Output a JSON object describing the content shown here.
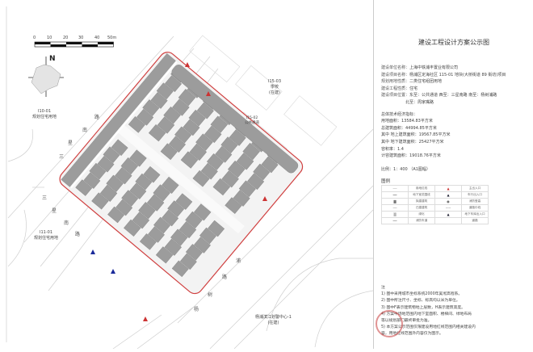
{
  "scale_bar": {
    "ticks": [
      "0",
      "10",
      "20",
      "30",
      "40",
      "50m"
    ]
  },
  "compass": {
    "label": "N"
  },
  "plots": {
    "p110": {
      "code": "I10-01",
      "use": "规划住宅用地"
    },
    "p111": {
      "code": "I11-01",
      "use": "规划住宅用地"
    },
    "p115_03": {
      "code": "I15-03",
      "use": "學校",
      "status": "(在建)"
    },
    "p115_02": {
      "code": "I15-02",
      "use": "公共通道"
    },
    "center": {
      "name": "杨浦滨江划警中心-1",
      "status": "(在建)"
    }
  },
  "roads": {
    "west": [
      "路",
      "南",
      "星",
      "三"
    ],
    "west2": [
      "三",
      "星",
      "南",
      "路"
    ],
    "south": [
      "浦",
      "路",
      "树",
      "杨"
    ]
  },
  "panel": {
    "title": "建设工程设计方案公示图",
    "info": [
      {
        "k": "建设单位名称：",
        "v": "上海中铁浦丰置业有限公司"
      },
      {
        "k": "建设项目名称：",
        "v": "杨浦区定海社区 115-01 地块(大桥街道 89 街坊)项目"
      },
      {
        "k": "规划用地性质：",
        "v": "二类住宅组团用地"
      },
      {
        "k": "建设工程性质：",
        "v": "住宅"
      },
      {
        "k": "建设项目位置：",
        "v": "东至：公共通道 西至：三星南路 南至：杨树浦路"
      },
      {
        "k": "",
        "v": "北至：周家嘴路"
      }
    ],
    "indicators_title": "总体技术经济指标：",
    "indicators": [
      "用地面积：13584.83平方米",
      "总建筑面积：44994.85平方米",
      "其中 地上建筑面积：19567.85平方米",
      "其中 地下建筑面积：25427平方米",
      "容积率：1.4",
      "计容建筑面积：19018.76平方米"
    ],
    "scale": "比例：1：400 （A1图幅）",
    "legend_title": "图例",
    "legend": [
      [
        "用地红线",
        "",
        "主出入口"
      ],
      [
        "地下室范围线",
        "",
        "车行出入口"
      ],
      [
        "拟建建筑",
        "",
        "消防登高"
      ],
      [
        "已建建筑",
        "",
        "道路中线"
      ],
      [
        "绿化",
        "",
        "地下车库出入口"
      ],
      [
        "消防车道",
        "",
        "道路"
      ]
    ],
    "notes_title": "注",
    "notes": [
      "1) 图中采用城市坐标系统2000年吴淞高程系。",
      "2) 图中所注尺寸、坐标、标高均以米为单位。",
      "3) 图中F表示建筑物地上层数，H表示建筑高度。",
      "4) 方案中场地范围内地下室面积、楼梯间、绿地布局",
      "   等以规划部门最终审批为准。",
      "5) 本方案公示范围仅限建设用地红线范围内相关建设内",
      "   容，用地红线范围外内容仅为图示。"
    ]
  },
  "colors": {
    "red_line": "#d04040",
    "building": "#9c9c9c",
    "road_line": "#cfcfcf",
    "entrance_blue": "#1a2a9a"
  }
}
